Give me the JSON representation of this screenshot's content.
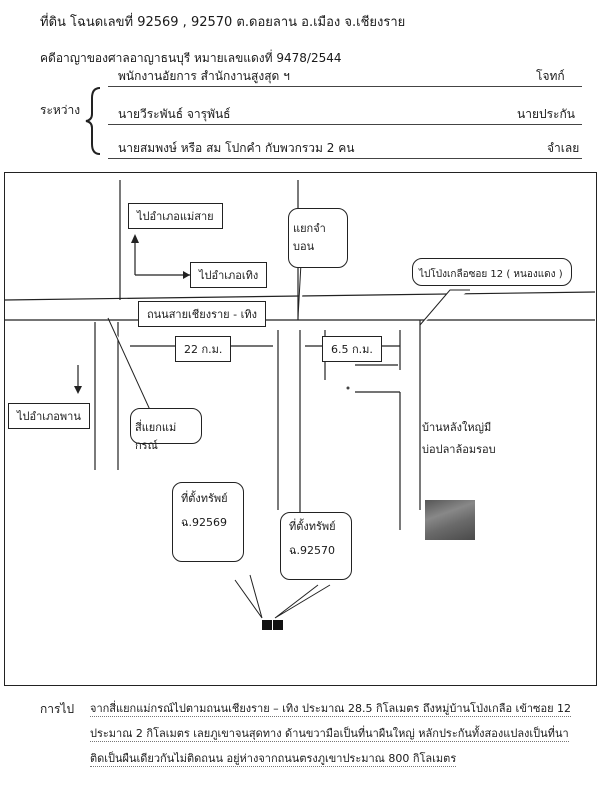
{
  "header": {
    "deed_line": "ที่ดิน โฉนดเลขที่ 92569 , 92570  ต.ดอยลาน  อ.เมือง  จ.เชียงราย",
    "case_line": "คดีอาญาของศาลอาญาธนบุรี   หมายเลขแดงที่ 9478/2544",
    "between_label": "ระหว่าง",
    "parties": [
      {
        "name": "พนักงานอัยการ สำนักงานสูงสุด ฯ",
        "role": "โจทก์"
      },
      {
        "name": "นายวีระพันธ์ จารุพันธ์",
        "role": "นายประกัน"
      },
      {
        "name": "นายสมพงษ์ หรือ สม โปกคำ กับพวกรวม 2 คน",
        "role": "จำเลย"
      }
    ]
  },
  "map": {
    "label_mae_sai": "ไปอำเภอแม่สาย",
    "label_thoeng": "ไปอำเภอเทิง",
    "label_road": "ถนนสายเชียงราย - เทิง",
    "label_22km": "22 ก.ม.",
    "label_6_5km": "6.5 ก.ม.",
    "label_phan": "ไปอำเภอพาน",
    "label_junction": "สี่แยกแม่กรณ์",
    "label_jumbon": "แยกจำบอน",
    "label_pong": "ไปโป่งเกลือซอย 12 ( หนองแดง )",
    "label_house": "บ้านหลังใหญ่มี",
    "label_house2": "บ่อปลาล้อมรอบ",
    "label_plot1": "ที่ตั้งทรัพย์",
    "label_plot1_no": "ฉ.92569",
    "label_plot2": "ที่ตั้งทรัพย์",
    "label_plot2_no": "ฉ.92570"
  },
  "directions": {
    "label": "การไป",
    "lines": [
      "จากสี่แยกแม่กรณ์ไปตามถนนเชียงราย – เทิง ประมาณ 28.5 กิโลเมตร ถึงหมู่บ้านโป่งเกลือ เข้าซอย 12",
      "ประมาณ  2 กิโลเมตร เลยภูเขาจนสุดทาง ด้านขวามือเป็นที่นาผืนใหญ่ หลักประกันทั้งสองแปลงเป็นที่นา",
      "ติดเป็นผืนเดียวกันไม่ติดถนน อยู่ห่างจากถนนตรงภูเขาประมาณ 800 กิโลเมตร"
    ]
  }
}
